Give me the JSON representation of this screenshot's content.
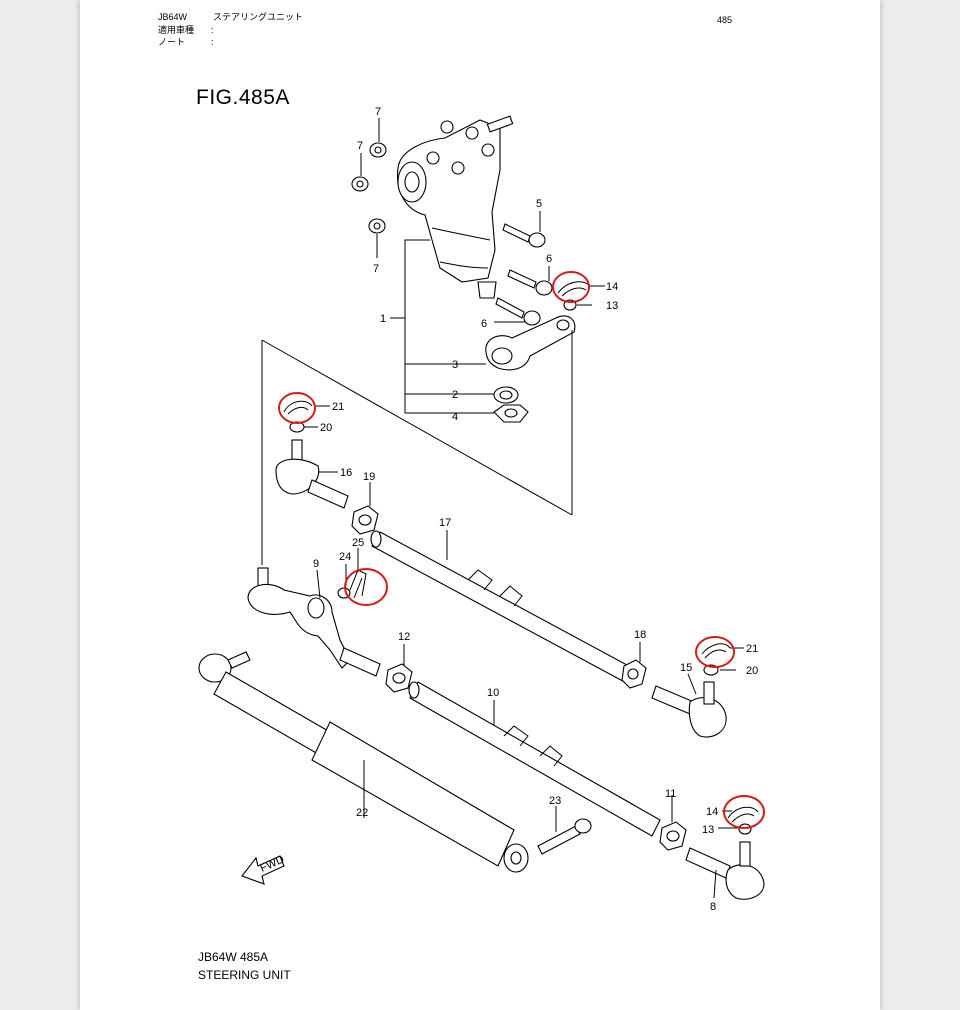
{
  "header": {
    "model": "JB64W",
    "section_name": "ステアリングユニット",
    "row2_label": "適用車種",
    "row2_colon": ":",
    "row3_label": "ノート",
    "row3_colon": ":",
    "page_number": "485"
  },
  "figure": {
    "title": "FIG.485A",
    "fwd_label": "FWD",
    "part_labels": [
      {
        "text": "7"
      },
      {
        "text": "7"
      },
      {
        "text": "7"
      },
      {
        "text": "5"
      },
      {
        "text": "6"
      },
      {
        "text": "6"
      },
      {
        "text": "14"
      },
      {
        "text": "13"
      },
      {
        "text": "1"
      },
      {
        "text": "3"
      },
      {
        "text": "2"
      },
      {
        "text": "4"
      },
      {
        "text": "21"
      },
      {
        "text": "20"
      },
      {
        "text": "16"
      },
      {
        "text": "19"
      },
      {
        "text": "17"
      },
      {
        "text": "25"
      },
      {
        "text": "24"
      },
      {
        "text": "9"
      },
      {
        "text": "12"
      },
      {
        "text": "18"
      },
      {
        "text": "21"
      },
      {
        "text": "15"
      },
      {
        "text": "20"
      },
      {
        "text": "10"
      },
      {
        "text": "22"
      },
      {
        "text": "23"
      },
      {
        "text": "11"
      },
      {
        "text": "14"
      },
      {
        "text": "13"
      },
      {
        "text": "8"
      }
    ]
  },
  "footer": {
    "code": "JB64W 485A",
    "title": "STEERING UNIT"
  },
  "colors": {
    "highlight": "#d21c1c",
    "page_background": "#ffffff",
    "viewer_background": "#ececec"
  }
}
